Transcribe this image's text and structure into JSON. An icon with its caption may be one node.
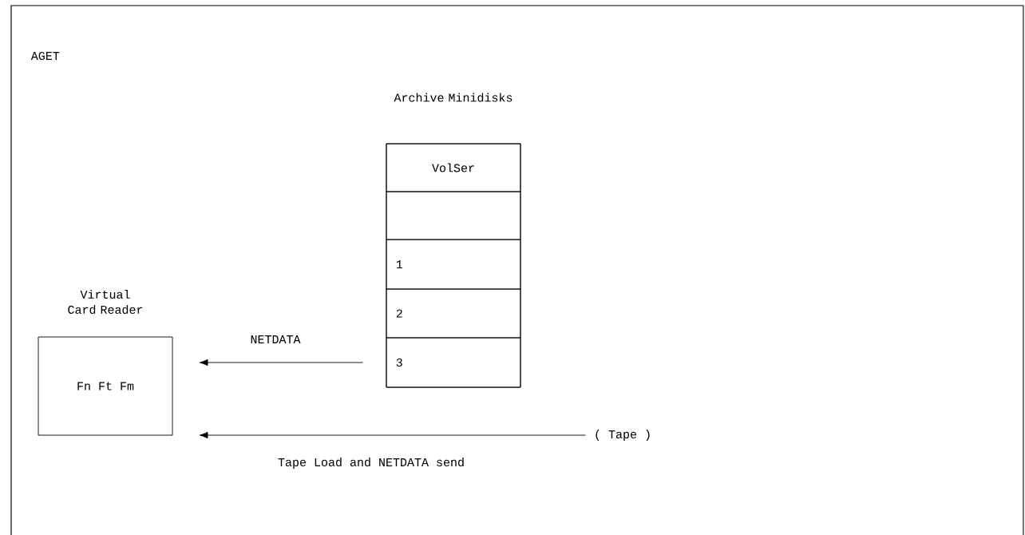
{
  "diagram": {
    "nodes": [
      {
        "text": [
          "Virtual Card Reader",
          "Fn Ft Fm"
        ]
      },
      {
        "text": [
          "Archive Minidisks"
        ]
      },
      {
        "text": [
          "VolSer"
        ],
        "in": 1
      },
      {
        "text": [],
        "shape": "box",
        "in": 1
      },
      {
        "text": [
          "1"
        ],
        "in": 1
      },
      {
        "text": [
          "2"
        ],
        "in": 1
      },
      {
        "text": [
          "3"
        ],
        "in": 1
      },
      {
        "text": [
          "( Tape )"
        ]
      }
    ],
    "edges": [
      {
        "from": 6,
        "to": 0,
        "arrow": "to",
        "label": "NETDATA"
      },
      {
        "from": 7,
        "to": 0,
        "arrow": "to",
        "label": "Tape Load and NETDATA send"
      }
    ],
    "title": "AGET"
  }
}
